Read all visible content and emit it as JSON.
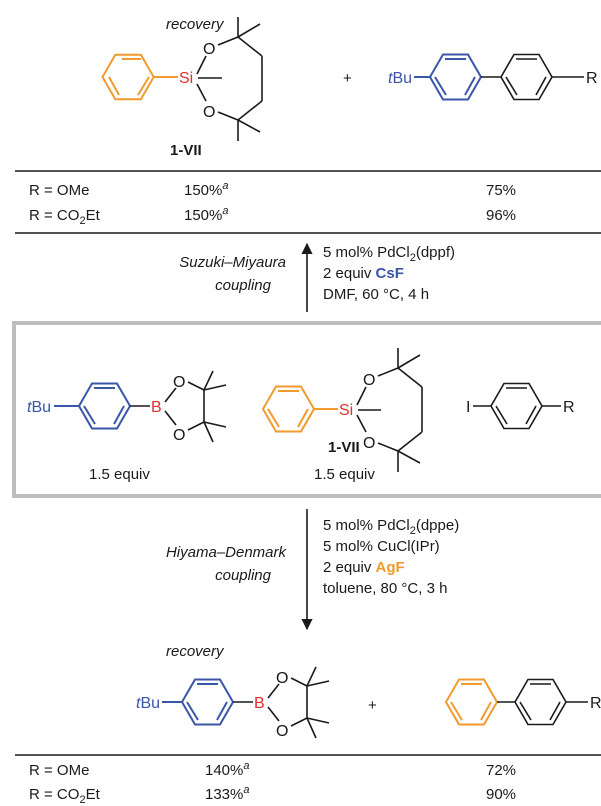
{
  "colors": {
    "orange": "#f29a2e",
    "blue": "#3a56a8",
    "red": "#e03030",
    "ink": "#1a1a1a",
    "frame": "#bdbdbd"
  },
  "atoms": {
    "si": "Si",
    "o": "O",
    "b": "B",
    "i": "I",
    "r": "R",
    "tbu_t": "t",
    "tbu_bu": "Bu"
  },
  "top": {
    "recovery": "recovery",
    "compound": "1-VII",
    "plus": "+",
    "rows": [
      {
        "r_pre": "R = OMe",
        "r_sub": "",
        "r_post": "",
        "recovery": "150%",
        "note": "a",
        "yield": "75%"
      },
      {
        "r_pre": "R = CO",
        "r_sub": "2",
        "r_post": "Et",
        "recovery": "150%",
        "note": "a",
        "yield": "96%"
      }
    ]
  },
  "suzuki": {
    "name_line1": "Suzuki–Miyaura",
    "name_line2": "coupling",
    "cond1_pre": "5 mol% PdCl",
    "cond1_sub": "2",
    "cond1_post": "(dppf)",
    "cond2_pre": "2 equiv ",
    "cond2_reagent": "CsF",
    "cond3": "DMF, 60 °C, 4 h"
  },
  "reactants": {
    "compound": "1-VII",
    "equiv1": "1.5 equiv",
    "equiv2": "1.5 equiv"
  },
  "hiyama": {
    "name_line1": "Hiyama–Denmark",
    "name_line2": "coupling",
    "cond1_pre": "5 mol% PdCl",
    "cond1_sub": "2",
    "cond1_post": "(dppe)",
    "cond2": "5 mol% CuCl(IPr)",
    "cond3_pre": "2 equiv ",
    "cond3_reagent": "AgF",
    "cond4": "toluene, 80 °C, 3 h"
  },
  "bottom": {
    "recovery": "recovery",
    "plus": "+",
    "rows": [
      {
        "r_pre": "R = OMe",
        "r_sub": "",
        "r_post": "",
        "recovery": "140%",
        "note": "a",
        "yield": "72%"
      },
      {
        "r_pre": "R = CO",
        "r_sub": "2",
        "r_post": "Et",
        "recovery": "133%",
        "note": "a",
        "yield": "90%"
      }
    ]
  }
}
